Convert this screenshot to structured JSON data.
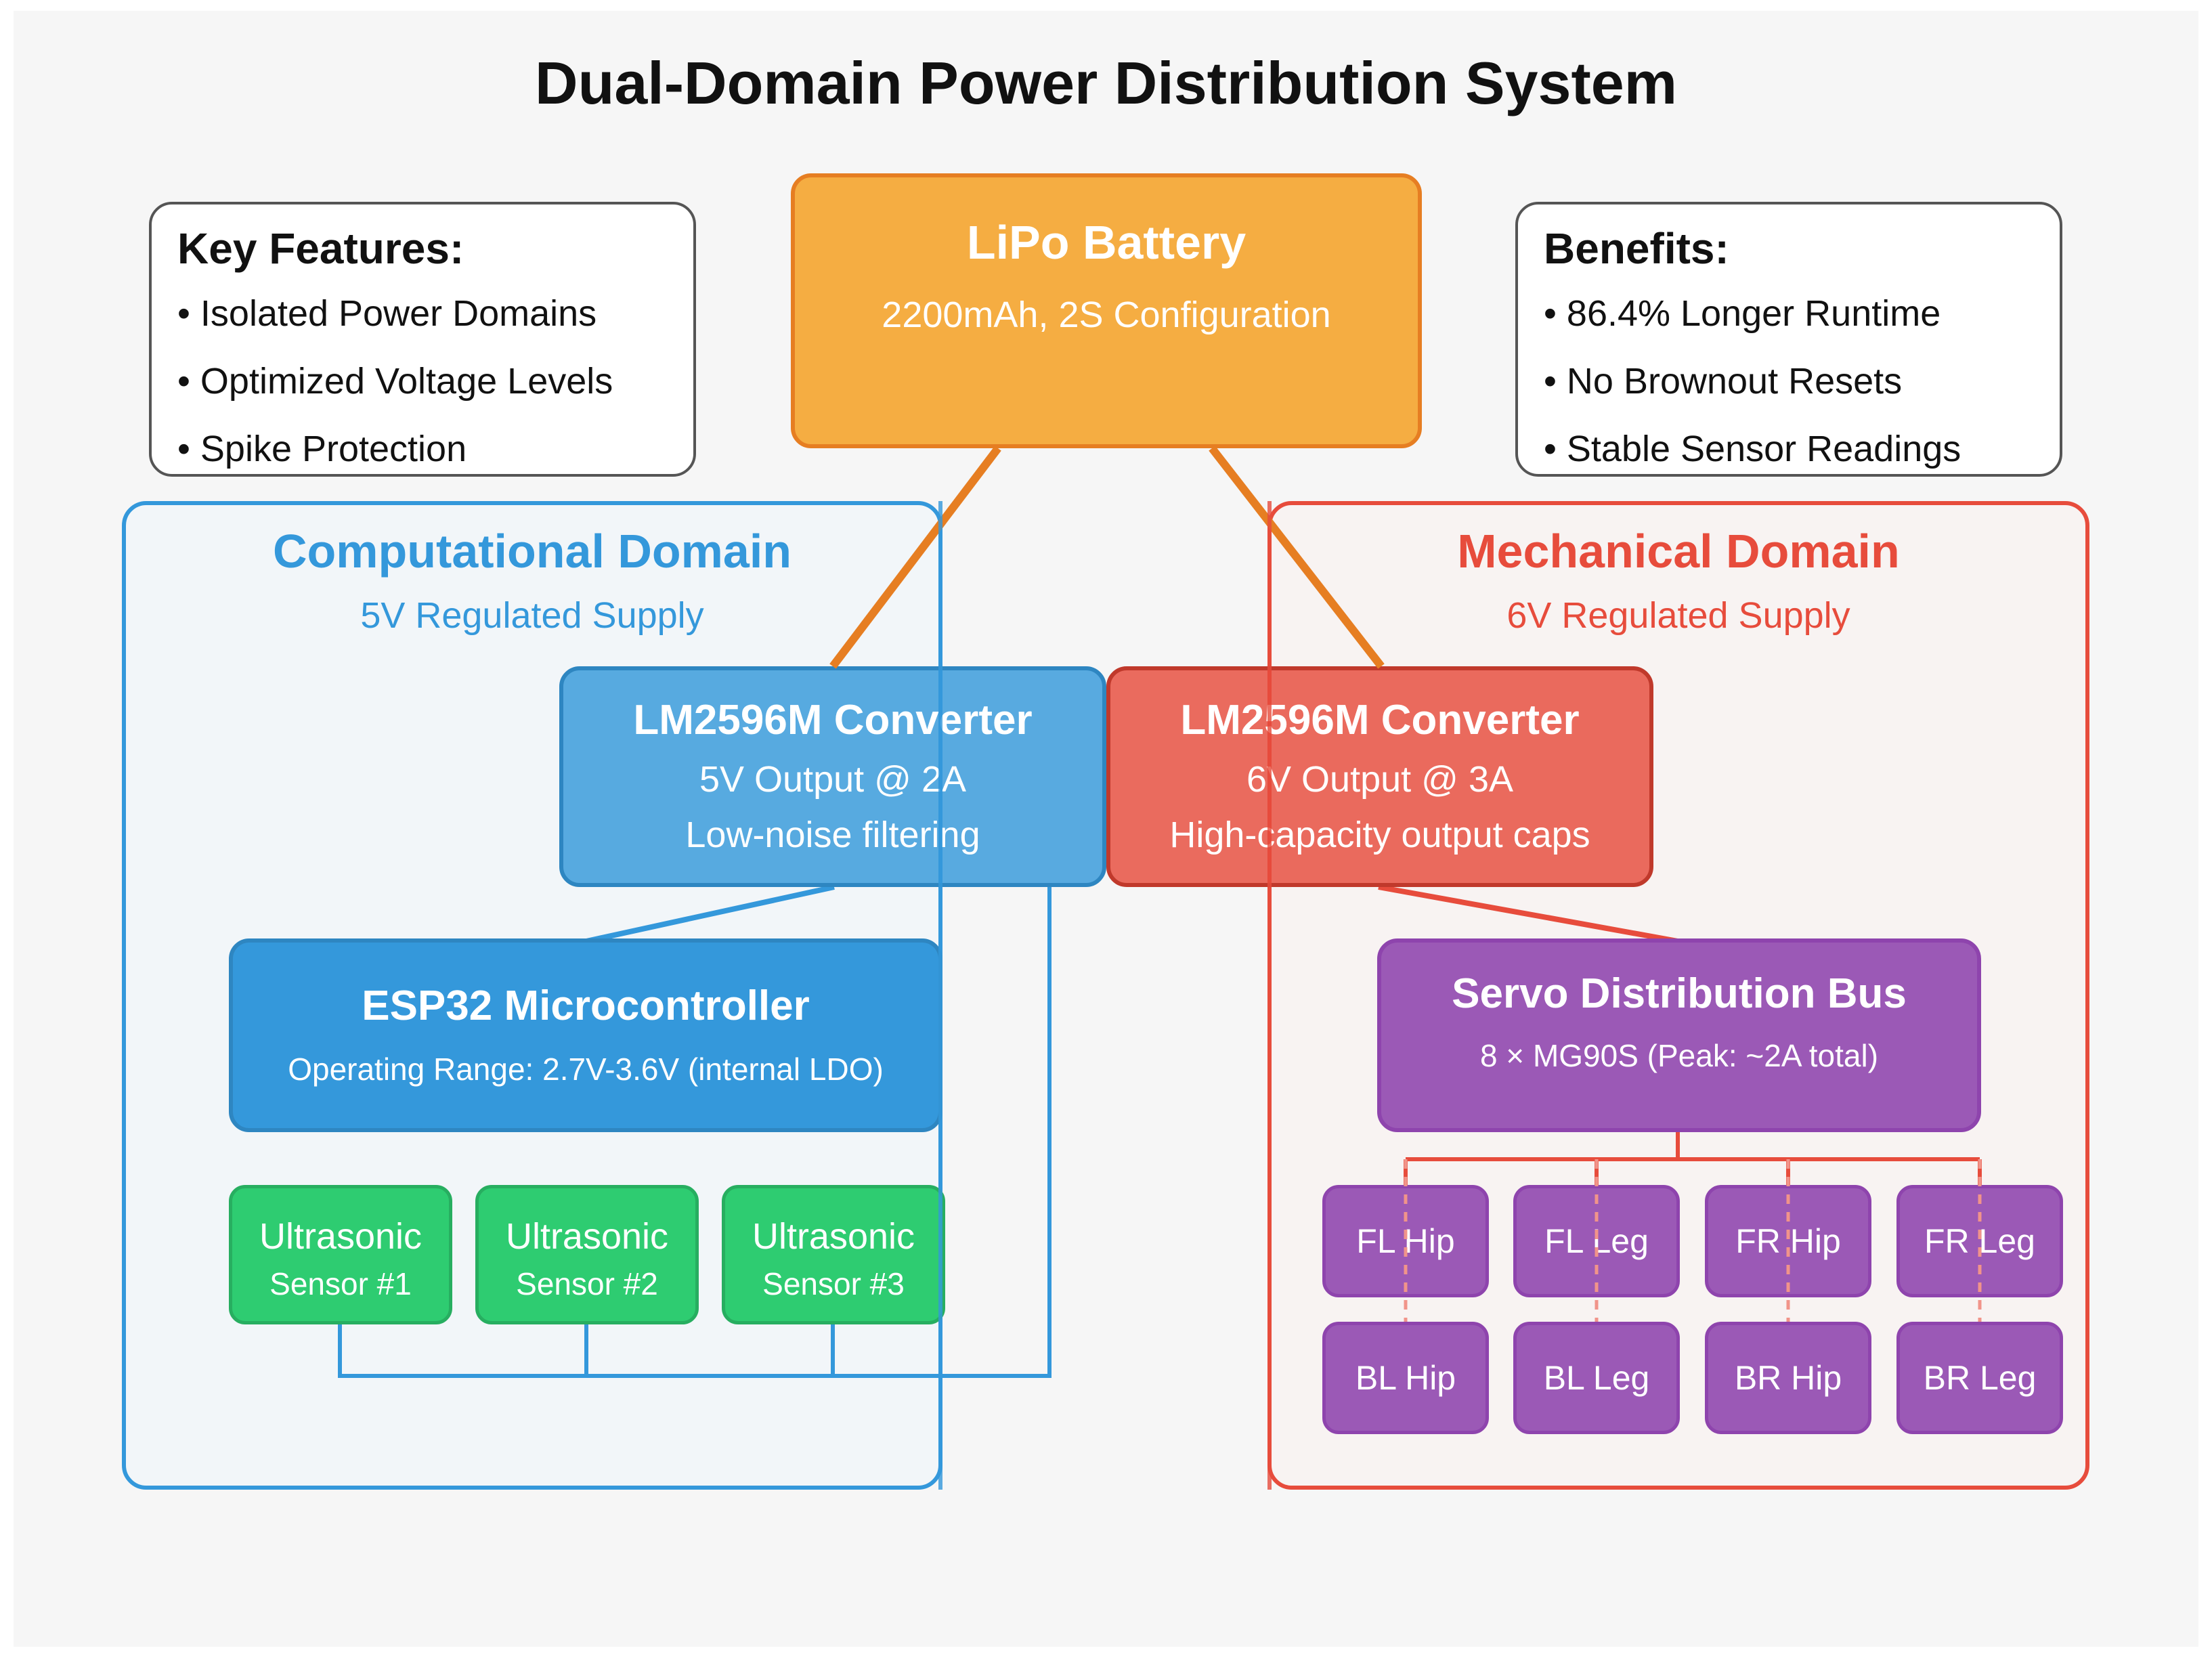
{
  "title": "Dual-Domain Power Distribution System",
  "key_features": {
    "heading": "Key Features:",
    "items": [
      "• Isolated Power Domains",
      "• Optimized Voltage Levels",
      "• Spike Protection"
    ]
  },
  "benefits": {
    "heading": "Benefits:",
    "items": [
      "• 86.4% Longer Runtime",
      "• No Brownout Resets",
      "• Stable Sensor Readings"
    ]
  },
  "battery": {
    "title": "LiPo Battery",
    "subtitle": "2200mAh, 2S Configuration"
  },
  "computational": {
    "title": "Computational Domain",
    "subtitle": "5V Regulated Supply",
    "converter": {
      "title": "LM2596M Converter",
      "line1": "5V Output @ 2A",
      "line2": "Low-noise filtering"
    },
    "mcu": {
      "title": "ESP32 Microcontroller",
      "subtitle": "Operating Range: 2.7V-3.6V (internal LDO)"
    },
    "sensors": [
      {
        "line1": "Ultrasonic",
        "line2": "Sensor #1"
      },
      {
        "line1": "Ultrasonic",
        "line2": "Sensor #2"
      },
      {
        "line1": "Ultrasonic",
        "line2": "Sensor #3"
      }
    ]
  },
  "mechanical": {
    "title": "Mechanical Domain",
    "subtitle": "6V Regulated Supply",
    "converter": {
      "title": "LM2596M Converter",
      "line1": "6V Output @ 3A",
      "line2": "High-capacity output caps"
    },
    "bus": {
      "title": "Servo Distribution Bus",
      "subtitle": "8 × MG90S (Peak: ~2A total)"
    },
    "servos_top": [
      "FL Hip",
      "FL Leg",
      "FR Hip",
      "FR Leg"
    ],
    "servos_bottom": [
      "BL Hip",
      "BL Leg",
      "BR Hip",
      "BR Leg"
    ]
  },
  "colors": {
    "battery": "#f5ad42",
    "computational": "#3498db",
    "mechanical": "#e74c3c",
    "sensor": "#2ecc71",
    "servo": "#9b59b6",
    "battery_wire": "#e67e22"
  }
}
